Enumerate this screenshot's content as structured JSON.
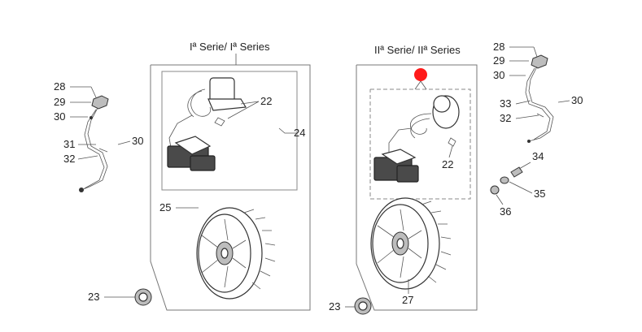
{
  "titles": {
    "series1": "Iª Serie/ Iª Series",
    "series2": "IIª Serie/ IIª Series"
  },
  "colors": {
    "highlight": "#ff1a1a",
    "line": "#555555"
  },
  "icons": [
    "red-highlight-dot-icon"
  ],
  "labels": {
    "l28_left": "28",
    "l29_left": "29",
    "l30_left": "30",
    "l31": "31",
    "l32_left": "32",
    "l30_mid_left": "30",
    "l22_left": "22",
    "l24": "24",
    "l25": "25",
    "l23_left": "23",
    "l22_right": "22",
    "l27": "27",
    "l23_right": "23",
    "l28_right": "28",
    "l29_right": "29",
    "l30_right": "30",
    "l33": "33",
    "l30_far_right": "30",
    "l32_right": "32",
    "l34": "34",
    "l35": "35",
    "l36": "36"
  }
}
